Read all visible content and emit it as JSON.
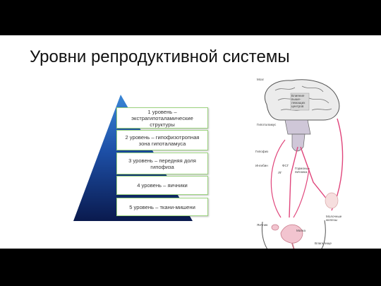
{
  "slide": {
    "title": "Уровни репродуктивной системы",
    "levels": [
      "1 уровень – экстрагипоталамические структуры",
      "2 уровень – гипофизотропная зона гипоталамуса",
      "3 уровень – передняя доля гипофиза",
      "4 уровень – яичники",
      "5 уровень – ткани-мишени"
    ],
    "diagram": {
      "labels": {
        "brain": "Мозг",
        "influences": "Влияние выше-лежащих центров",
        "hypothalamus": "Гипоталамус",
        "pituitary": "Гипофиз",
        "fsh": "ФСГ",
        "lh": "ЛГ",
        "inhibin": "Ингибин",
        "ovary_hormones": "Гормоны яичника",
        "mammary": "Молочные железы",
        "ovary": "Яичник",
        "uterus": "Матка",
        "vagina": "Влагалище"
      }
    }
  },
  "colors": {
    "pyramid_top": "#2f6fc7",
    "pyramid_bottom": "#0b1f5c",
    "box_border": "#9bd27e",
    "arrow": "#e0457b"
  }
}
